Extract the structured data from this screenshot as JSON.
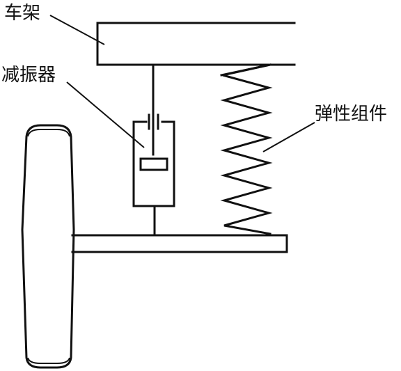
{
  "labels": {
    "frame": "车架",
    "shock_absorber": "减振器",
    "elastic_element": "弹性组件"
  },
  "colors": {
    "ink": "#111111",
    "background": "#ffffff"
  }
}
